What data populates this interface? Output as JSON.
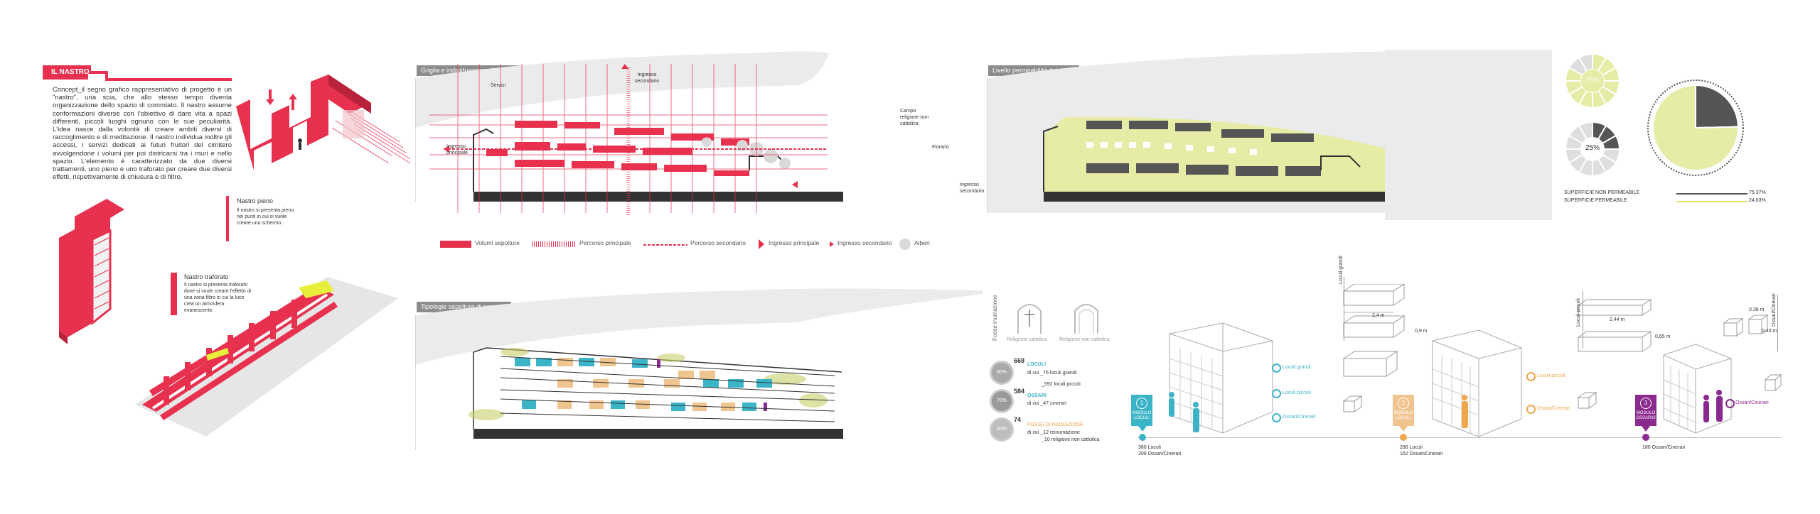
{
  "left_section": {
    "title": "IL NASTRO",
    "intro": "Concept_il segno grafico rappresentativo di progetto è un \"nastro\", una scia, che allo stesso tempo diventa organizzazione dello spazio di commiato. Il nastro assume conformazioni diverse con l'obiettivo di dare vita a spazi differenti, piccoli luoghi ognuno con le sue peculiarità. L'idea nasce dalla volontà di creare ambiti diversi di raccoglimento e di meditazione. Il nastro individua inoltre gli accessi, i servizi dedicati ai futuri fruitori del cimitero avvolgendone i volumi per poi districarsi tra i muri e nello spazio. L'elemento è caratterizzato da due diversi trattamenti, uno pieno e uno traforato per creare due diversi effetti, rispettivamente di chiusura e di filtro.",
    "nastro_pieno": {
      "title": "Nastro pieno",
      "desc": "Il nastro si presenta pieno nei punti in cui si vuole creare uno schermo."
    },
    "nastro_traforato": {
      "title": "Nastro traforato",
      "desc": "Il nastro si presenta traforato dove si vuole creare l'effetto di una zona filtro in cui la luce crea un atmosfera evanescente."
    }
  },
  "panel_griglia": {
    "title": "Griglia e individuazione dei volumi di progetto",
    "labels": {
      "servizi": "Servizi",
      "ingresso_secondario_top": "Ingresso secondario",
      "ingresso_principale": "Ingresso principale",
      "campo_religione": "Campo religione non cattolica",
      "fiorario": "Fiorario",
      "ingresso_secondario_right": "Ingresso secondario"
    },
    "legend": [
      "Volumi sepolture",
      "Percorso principale",
      "Percorso secondario",
      "Ingresso principale",
      "Ingresso secondario",
      "Alberi"
    ]
  },
  "panel_permeabilita": {
    "title": "Livello permeabilità del suolo",
    "pie_small_1_label": "75%",
    "pie_small_2_label": "25%",
    "stats": [
      {
        "label": "SUPERFICIE NON PERMEABILE",
        "value": "75,37%"
      },
      {
        "label": "SUPERFICIE PERMEABILE",
        "value": "24,63%"
      }
    ]
  },
  "panel_tipologie": {
    "title": "Tipologie sepolture di progetto"
  },
  "fosse": {
    "vertical_label": "Fosse inumazione",
    "cattolica": "Religione cattolica",
    "non_cattolica": "Religione non cattolica"
  },
  "summary": [
    {
      "count": "668",
      "name": "LOCULI",
      "detail1": "di cui _76 loculi grandi",
      "detail2": "_592 loculi piccoli",
      "pct": "80%"
    },
    {
      "count": "584",
      "name": "OSSARI",
      "detail1": "di cui _47 cinerari",
      "detail2": "",
      "pct": "70%"
    },
    {
      "count": "74",
      "name": "FOSSE DI INUMAZIONE",
      "detail1": "di cui _12 reinumazione",
      "detail2": "_10 religione non cattolica",
      "pct": "50%"
    }
  ],
  "modules": {
    "loculi_grandi_label": "Loculi grandi",
    "loculi_piccoli_label": "Loculi piccoli",
    "ossari_cinerari_label": "Ossari/Cinerari",
    "dims_grandi": [
      "2,4 m",
      "0,9 m"
    ],
    "dims_piccoli": [
      "2,44 m",
      "0,65 m"
    ],
    "dims_ossari": [
      "0,38 m",
      "0,45 m"
    ],
    "m1": {
      "badge": "MODULO LOCULI",
      "n": "1",
      "items": [
        "Loculi grandi",
        "Loculi piccoli",
        "Ossari/Cinerari"
      ],
      "total1": "380 Loculi",
      "total2": "209 Ossari/Cinerari"
    },
    "m2": {
      "badge": "MODULO LOCULI",
      "n": "2",
      "items": [
        "Loculi piccoli",
        "Ossari/Cinerari"
      ],
      "total1": "288 Loculi",
      "total2": "162 Ossari/Cinerari"
    },
    "m3": {
      "badge": "MODULO OSSARIO",
      "n": "3",
      "items": [
        "Ossari/Cinerari"
      ],
      "total1": "180 Ossari/Cinerari",
      "total2": ""
    }
  },
  "colors": {
    "red": "#e8304f",
    "lime": "#e6eba5",
    "cyan": "#3bb4c8",
    "orange": "#f0a64b",
    "purple": "#8a2a8e",
    "dark": "#333333",
    "grey": "#d9d9d9"
  }
}
